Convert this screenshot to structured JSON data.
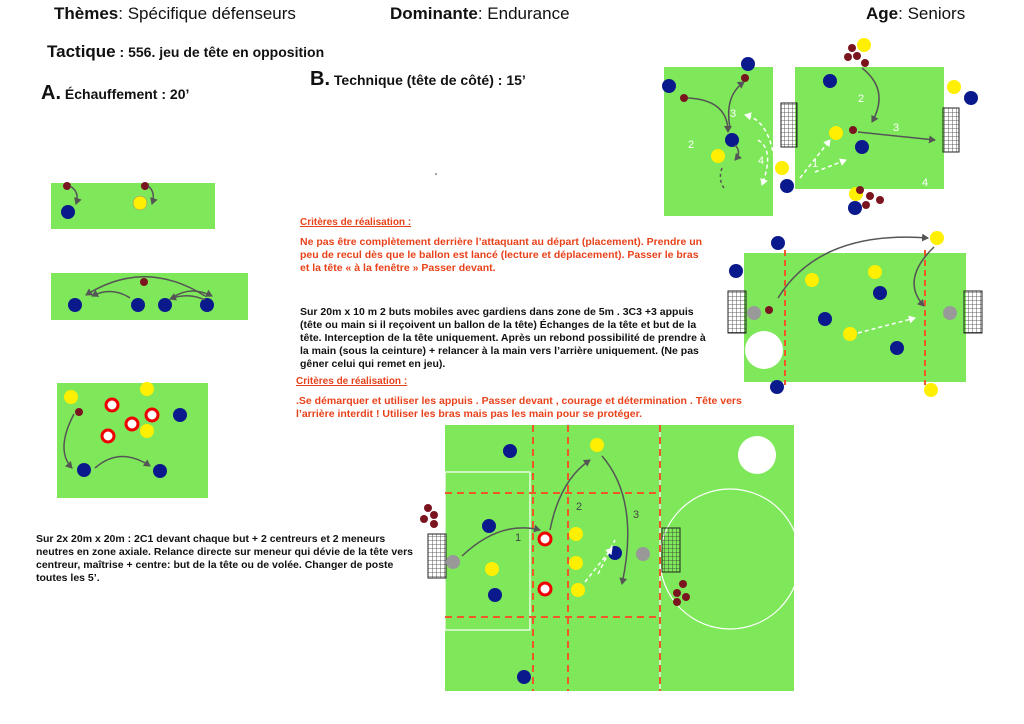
{
  "header": {
    "theme_label": "Thèmes",
    "theme_value": ": Spécifique défenseurs",
    "dominante_label": "Dominante",
    "dominante_value": ": Endurance",
    "age_label": "Age",
    "age_value": ": Seniors"
  },
  "title": {
    "label": "Tactique",
    "value": " : 556. jeu de tête en opposition"
  },
  "section_a": {
    "letter": "A.",
    "label": "Échauffement : 20’",
    "description": "Sur 2x 20m x 20m : 2C1 devant chaque but + 2 centreurs et 2 meneurs neutres en zone axiale. Relance directe sur meneur qui dévie de la tête vers  centreur,  maîtrise + centre: but de la tête ou de volée. Changer de poste toutes les 5’."
  },
  "section_b": {
    "letter": "B.",
    "label": "Technique (tête de côté) : 15’",
    "criteria1_title": "Critères de réalisation :",
    "criteria1_text": "Ne pas être complètement derrière l’attaquant au départ  (placement). Prendre un peu de recul dès que le ballon est lancé (lecture et déplacement). Passer le bras et la tête « à la fenêtre »  Passer devant.",
    "description": "Sur 20m x 10 m 2 buts mobiles avec gardiens dans zone de 5m   . 3C3  +3 appuis (tête ou main si il reçoivent un ballon de la tête)  Échanges de la tête et but de la tête. Interception de la tête uniquement.  Après un rebond possibilité de prendre à la main (sous la ceinture) + relancer  à la main vers l’arrière uniquement. (Ne pas  gêner celui qui remet en jeu).",
    "criteria2_title": "Critères de réalisation :",
    "criteria2_text": ".Se démarquer et utiliser les appuis . Passer devant , courage et détermination . Tête vers l’arrière interdit ! Utiliser les bras mais pas les main pour se protéger."
  },
  "diagram_labels": {
    "seq_1": "1",
    "seq_2": "2",
    "seq_3": "3",
    "seq_4": "4"
  },
  "colors": {
    "pitch": "#7ee85a",
    "blue_player": "#0a1a8c",
    "yellow_player": "#ffef00",
    "maroon_ball": "#7a1520",
    "orange_line": "#f0582a",
    "arrow": "#555555",
    "red_text": "#e8421b"
  }
}
